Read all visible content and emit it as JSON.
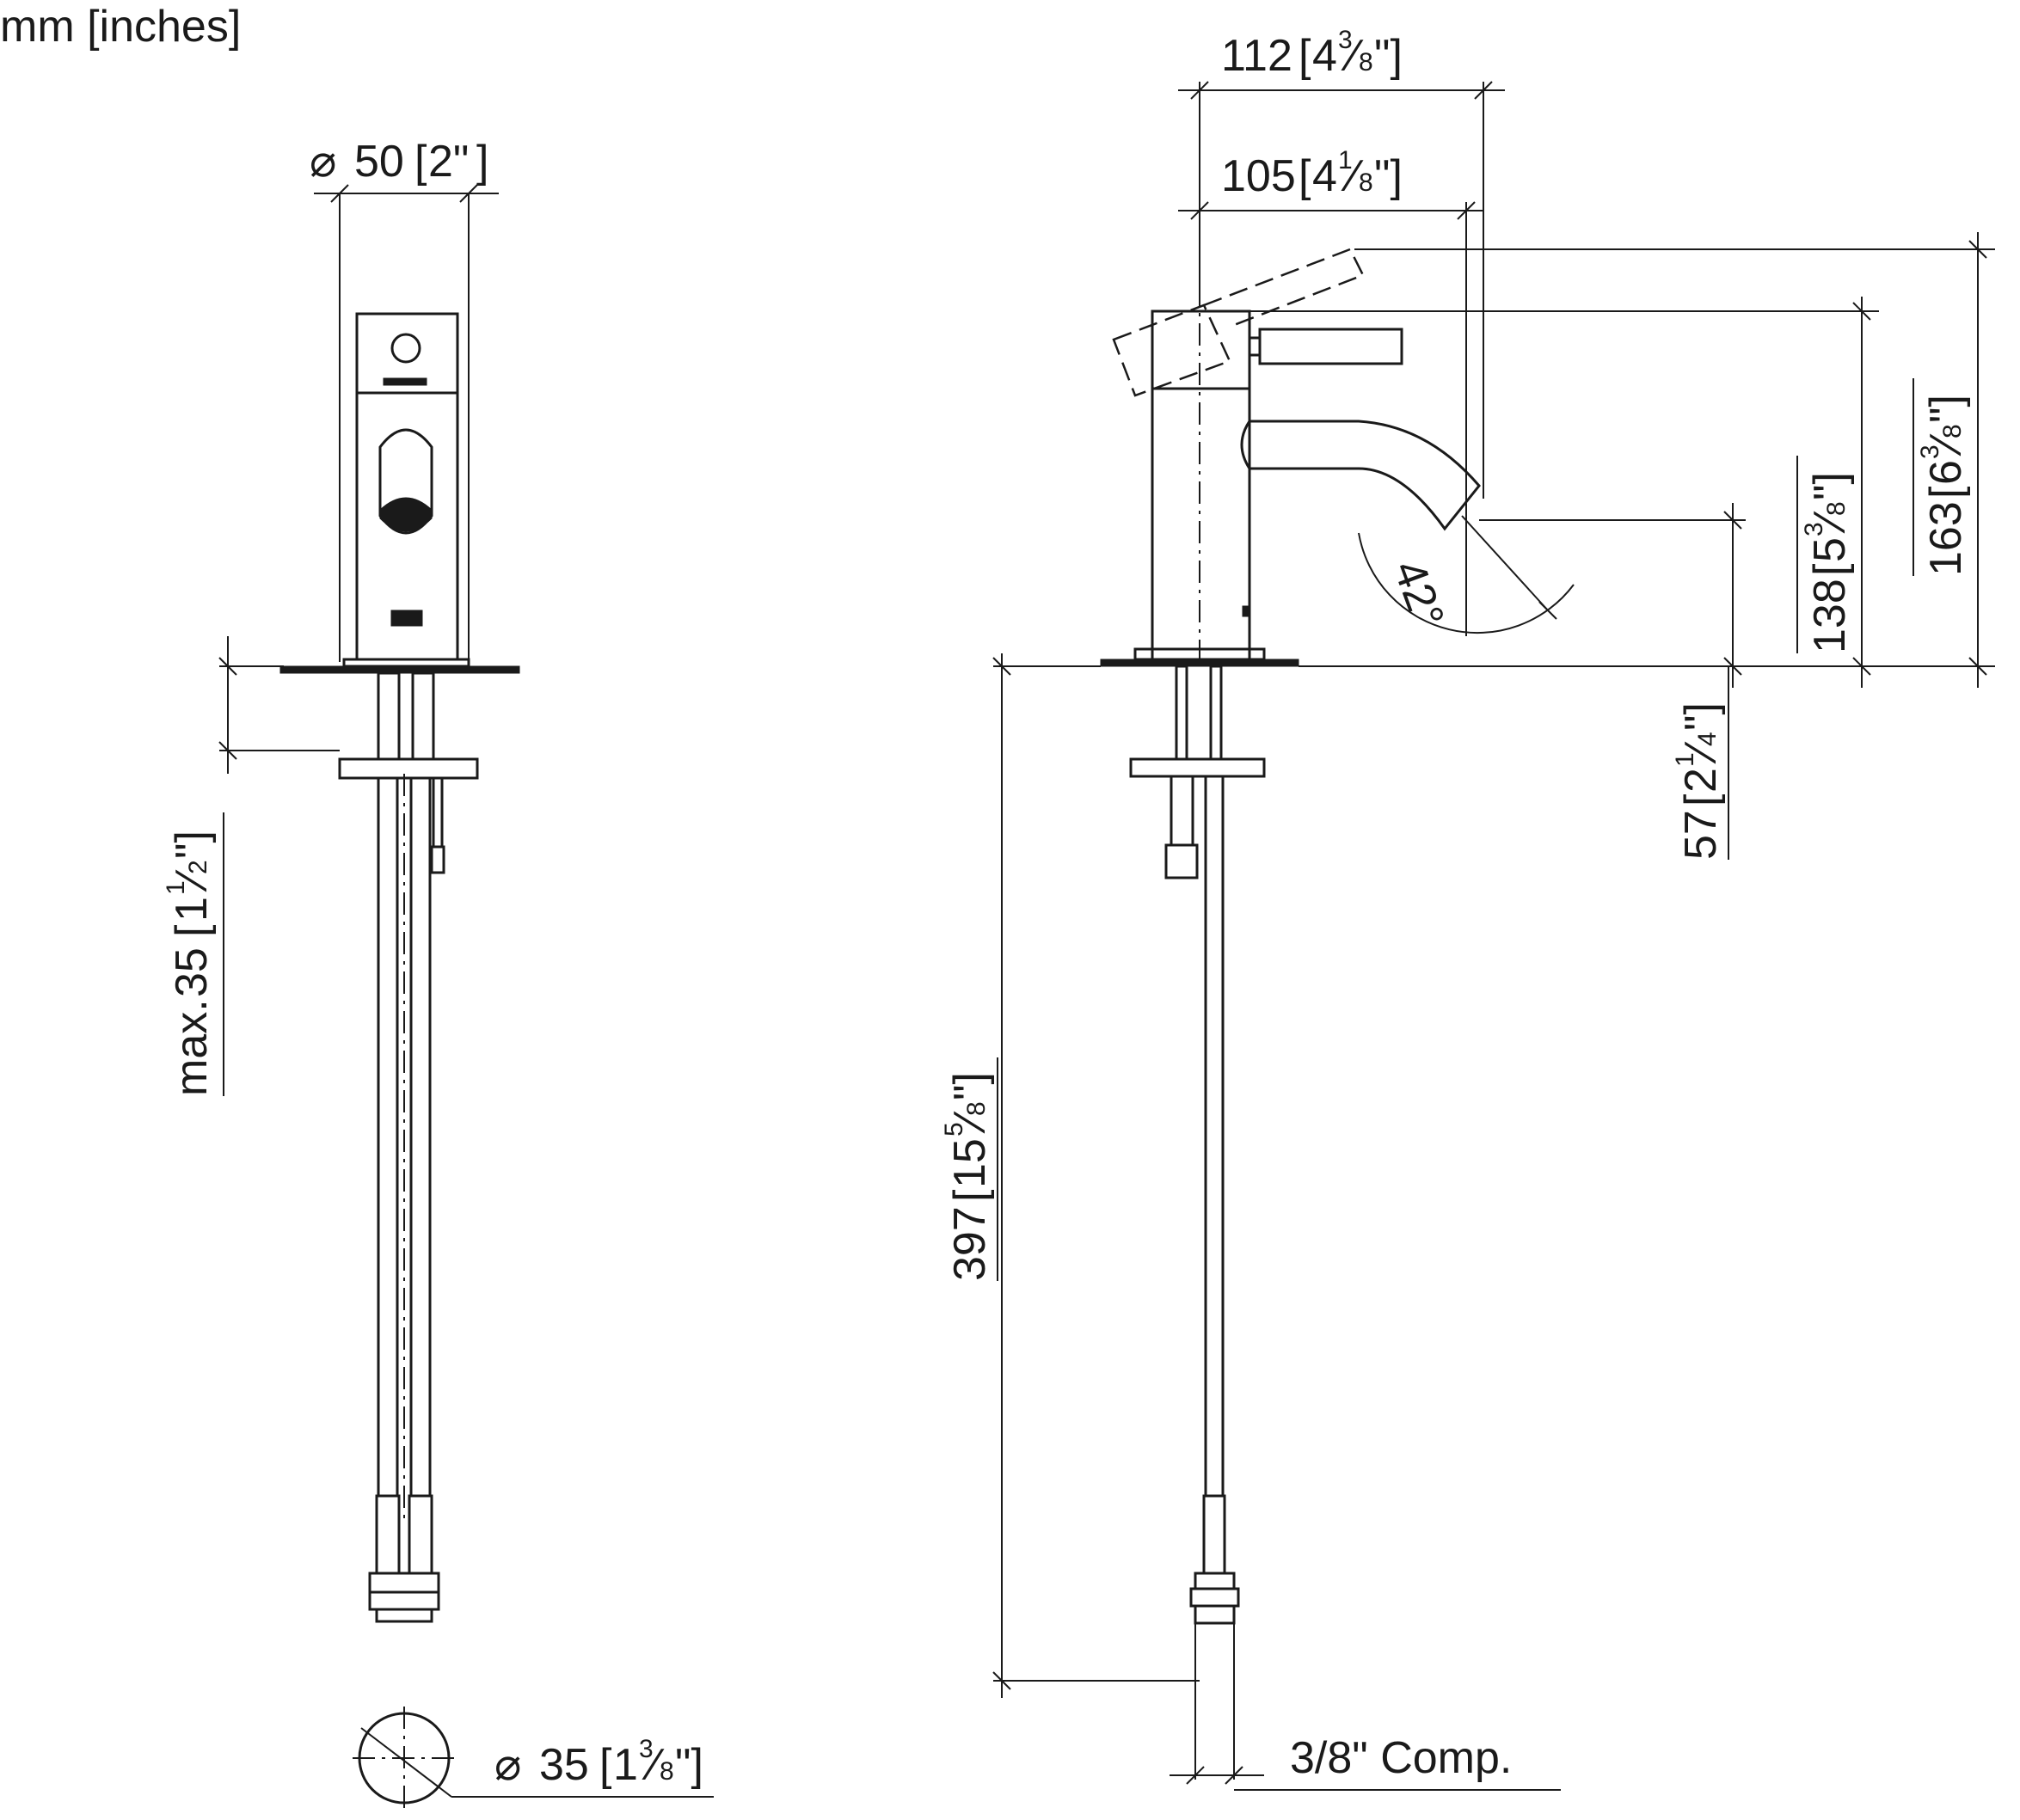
{
  "units_label": "mm [inches]",
  "dimensions": {
    "body_diameter": {
      "symbol": "⌀",
      "mm": "50",
      "inch": "2\""
    },
    "deck_thickness": {
      "prefix": "max.",
      "mm": "35",
      "inch_whole": "1",
      "inch_num": "1",
      "inch_den": "2"
    },
    "hole_diameter": {
      "symbol": "⌀",
      "mm": "35",
      "inch_whole": "1",
      "inch_num": "3",
      "inch_den": "8"
    },
    "overall_depth": {
      "mm": "112",
      "inch_whole": "4",
      "inch_num": "3",
      "inch_den": "8"
    },
    "spout_reach": {
      "mm": "105",
      "inch_whole": "4",
      "inch_num": "1",
      "inch_den": "8"
    },
    "total_height": {
      "mm": "163",
      "inch_whole": "6",
      "inch_num": "3",
      "inch_den": "8"
    },
    "lever_height": {
      "mm": "138",
      "inch_whole": "5",
      "inch_num": "3",
      "inch_den": "8"
    },
    "spout_height": {
      "mm": "57",
      "inch_whole": "2",
      "inch_num": "1",
      "inch_den": "4"
    },
    "hose_length": {
      "mm": "397",
      "inch_whole": "15",
      "inch_num": "5",
      "inch_den": "8"
    },
    "spray_angle": {
      "value": "42°"
    },
    "connection": {
      "label": "3/8\" Comp."
    }
  }
}
